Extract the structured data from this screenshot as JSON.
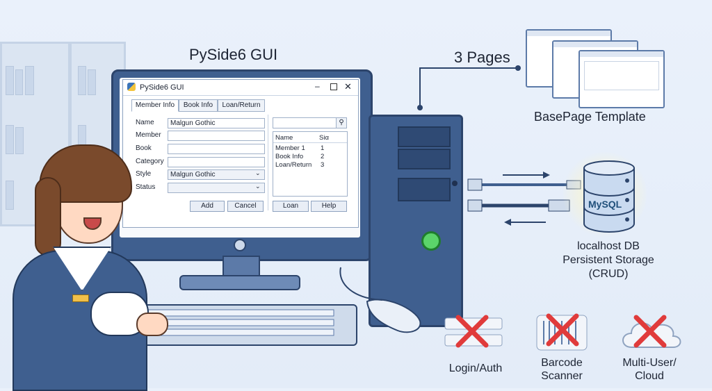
{
  "title": "PySide6 GUI",
  "pages_label": "3 Pages",
  "template_label": "BasePage Template",
  "db": {
    "logo": "MySQL",
    "line1": "localhost DB",
    "line2": "Persistent Storage",
    "line3": "(CRUD)"
  },
  "window": {
    "title": "PySide6 GUI",
    "tabs": [
      "Member Info",
      "Book Info",
      "Loan/Return"
    ],
    "fields": [
      {
        "label": "Name",
        "value": "Malgun Gothic"
      },
      {
        "label": "Member",
        "value": ""
      },
      {
        "label": "Book",
        "value": ""
      },
      {
        "label": "Category",
        "value": ""
      },
      {
        "label": "Style",
        "value": "Malgun Gothic"
      },
      {
        "label": "Status",
        "value": ""
      }
    ],
    "buttons": [
      "Add",
      "Cancel",
      "Loan",
      "Help"
    ],
    "list_headers": [
      "Name",
      "Siα"
    ],
    "list_rows": [
      [
        "Member 1",
        "1"
      ],
      [
        "Book Info",
        "2"
      ],
      [
        "Loan/Return",
        "3"
      ]
    ]
  },
  "excluded": [
    "Login/Auth",
    "Barcode Scanner",
    "Multi-User/ Cloud"
  ],
  "colors": {
    "accent": "#3f5f8f",
    "cross": "#e03b3b",
    "outline": "#2c446b"
  }
}
